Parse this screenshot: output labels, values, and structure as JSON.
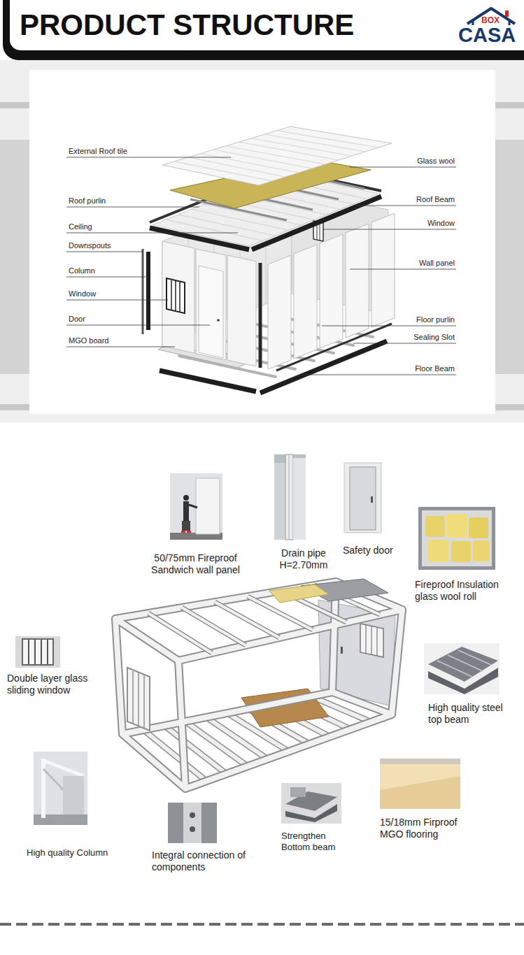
{
  "diagram": {
    "title": "PRODUCT STRUCTURE",
    "labels": [
      "BOX",
      "CASA",
      "External Roof tile",
      "Glass wool",
      "Roof purlin",
      "Roof Beam",
      "Ceiling",
      "Window",
      "Downspouts",
      "Wall panel",
      "Column",
      "Window",
      "Door",
      "Floor purlin",
      "MGO board",
      "Sealing Slot",
      "Floor Beam",
      "50/75mm Fireproof Sandwich wall panel",
      "Drain pipe H=2.70mm",
      "Safety door",
      "Fireproof Insulation glass wool roll",
      "Double layer glass sliding window",
      "High quality steel top beam",
      "High quality Column",
      "Integral connection of components",
      "Strengthen Bottom beam",
      "15/18mm Firproof MGO flooring"
    ]
  }
}
